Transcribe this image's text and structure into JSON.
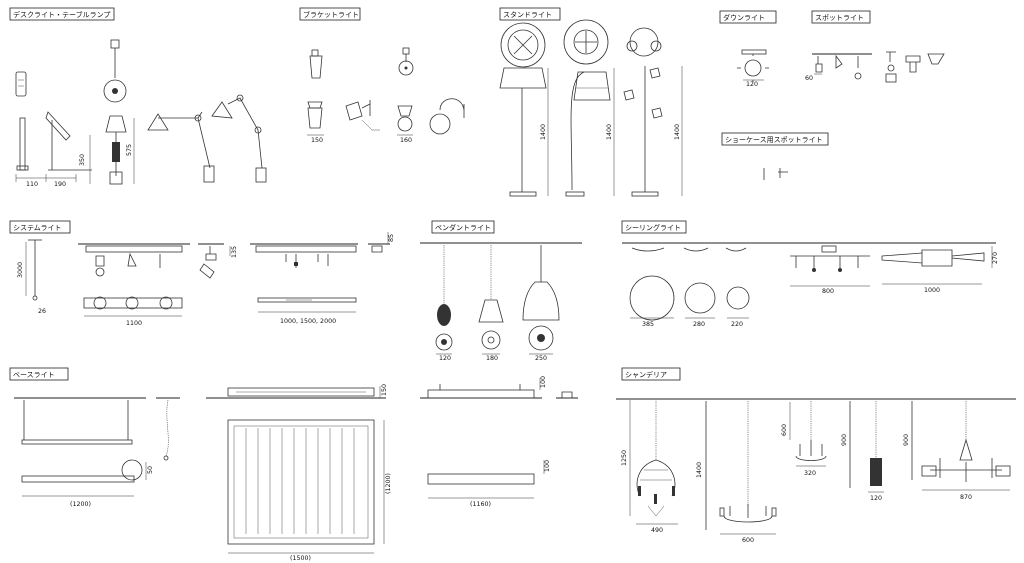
{
  "categories": {
    "desk": "デスクライト・テーブルランプ",
    "bracket": "ブラケットライト",
    "stand": "スタンドライト",
    "down": "ダウンライト",
    "spot": "スポットライト",
    "showcase": "ショーケース用スポットライト",
    "system": "システムライト",
    "pendant": "ペンダントライト",
    "ceiling": "シーリングライト",
    "base": "ベースライト",
    "chandelier": "シャンデリア"
  },
  "dims": {
    "desk_110": "110",
    "desk_190": "190",
    "desk_350": "350",
    "desk_575": "575",
    "bracket_150": "150",
    "bracket_160": "160",
    "stand_1400_a": "1400",
    "stand_1400_b": "1400",
    "stand_1400_c": "1400",
    "down_120": "120",
    "spot_60": "60",
    "system_3000": "3000",
    "system_26": "26",
    "system_1100": "1100",
    "system_135": "135",
    "system_85": "85",
    "system_lengths": "1000, 1500, 2000",
    "pendant_120": "120",
    "pendant_180": "180",
    "pendant_250": "250",
    "ceiling_385": "385",
    "ceiling_280": "280",
    "ceiling_220": "220",
    "ceiling_800": "800",
    "ceiling_1000": "1000",
    "ceiling_270": "270",
    "base_1200": "(1200)",
    "base_50": "50",
    "base_1500": "(1500)",
    "base_1200v": "(1200)",
    "base_150": "150",
    "base_100a": "100",
    "base_100b": "100",
    "base_1160": "(1160)",
    "ch_1250": "1250",
    "ch_490": "490",
    "ch_1400": "1400",
    "ch_600": "600",
    "ch_600v": "600",
    "ch_320": "320",
    "ch_900a": "900",
    "ch_120": "120",
    "ch_900b": "900",
    "ch_870": "870"
  }
}
